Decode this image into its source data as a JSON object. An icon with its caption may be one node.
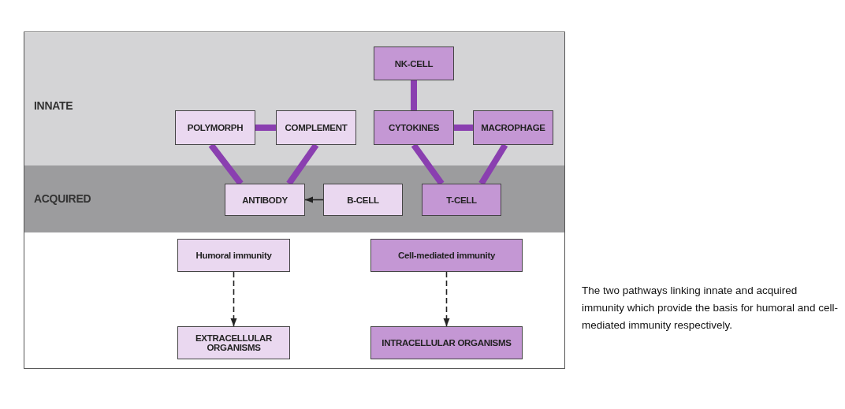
{
  "diagram": {
    "caption": "The two pathways linking innate and acquired immunity which provide the basis for humoral and cell-mediated immunity respectively.",
    "nodes": [
      {
        "text": [
          "INNATE"
        ]
      },
      {
        "text": [
          "NK-CELL"
        ],
        "in": 0
      },
      {
        "text": [
          "POLYMORPH"
        ],
        "in": 0
      },
      {
        "text": [
          "COMPLEMENT"
        ],
        "in": 0
      },
      {
        "text": [
          "CYTOKINES"
        ],
        "in": 0
      },
      {
        "text": [
          "MACROPHAGE"
        ],
        "in": 0
      },
      {
        "text": [
          "ACQUIRED"
        ]
      },
      {
        "text": [
          "ANTIBODY"
        ],
        "in": 6
      },
      {
        "text": [
          "B-CELL"
        ],
        "in": 6
      },
      {
        "text": [
          "T-CELL"
        ],
        "in": 6
      },
      {
        "text": [
          "Humoral immunity"
        ]
      },
      {
        "text": [
          "Cell-mediated immunity"
        ]
      },
      {
        "text": [
          "EXTRACELLULAR ORGANISMS"
        ]
      },
      {
        "text": [
          "INTRACELLULAR ORGANISMS"
        ]
      }
    ],
    "edges": [
      {
        "from": 1,
        "to": 4,
        "arrow": "none"
      },
      {
        "from": 2,
        "to": 3,
        "arrow": "none"
      },
      {
        "from": 4,
        "to": 5,
        "arrow": "none"
      },
      {
        "from": 2,
        "to": 7,
        "arrow": "none"
      },
      {
        "from": 3,
        "to": 7,
        "arrow": "none"
      },
      {
        "from": 4,
        "to": 9,
        "arrow": "none"
      },
      {
        "from": 5,
        "to": 9,
        "arrow": "none"
      },
      {
        "from": 8,
        "to": 7,
        "arrow": "to",
        "color": "#222222"
      },
      {
        "from": 10,
        "to": 12,
        "arrow": "to",
        "style": "dashed",
        "color": "#222222"
      },
      {
        "from": 11,
        "to": 13,
        "arrow": "to",
        "style": "dashed",
        "color": "#222222"
      }
    ]
  }
}
